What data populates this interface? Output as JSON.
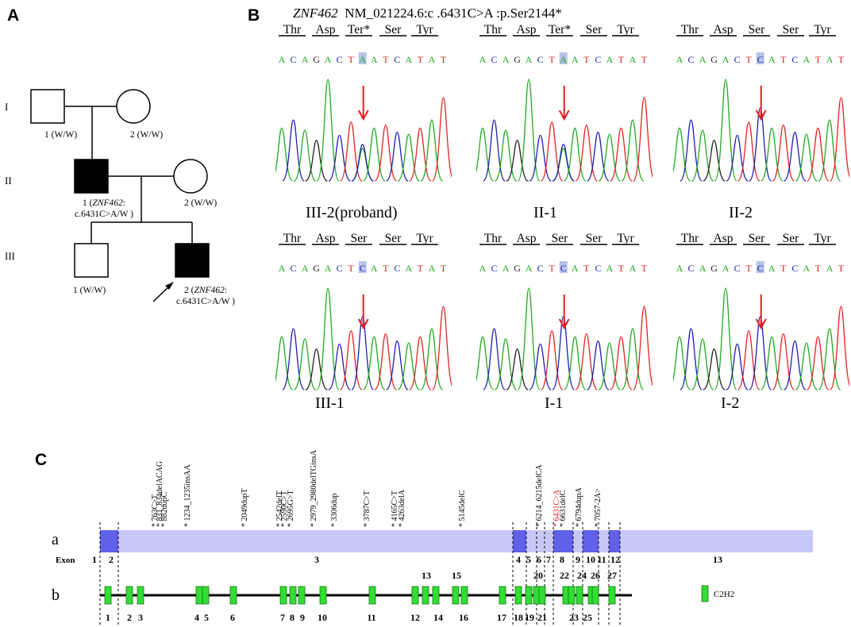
{
  "panels": {
    "a": "A",
    "b": "B",
    "c": "C"
  },
  "pedigree": {
    "generations": [
      "I",
      "II",
      "III"
    ],
    "I_1": "1 (W/W)",
    "I_2": "2 (W/W)",
    "II_1_line1_num": "1 (",
    "II_1_gene": "ZNF462",
    "II_1_line1_end": ":",
    "II_1_line2": "c.6431C>A/W )",
    "II_2": "2 (W/W)",
    "III_1": "1 (W/W)",
    "III_2_line1_num": "2 (",
    "III_2_gene": "ZNF462",
    "III_2_line1_end": ":",
    "III_2_line2": "c.6431C>A/W )"
  },
  "panel_b": {
    "gene": "ZNF462",
    "variant": "NM_021224.6:c .6431C>A :p.Ser2144*",
    "traces": [
      {
        "sample": "III-2(proband)",
        "aa": [
          "Thr",
          "Asp",
          "Ter*",
          "Ser",
          "Tyr"
        ],
        "seq": "ACAGACTAATCATAT",
        "variant_base": "A"
      },
      {
        "sample": "II-1",
        "aa": [
          "Thr",
          "Asp",
          "Ter*",
          "Ser",
          "Tyr"
        ],
        "seq": "ACAGACTAATCATAT",
        "variant_base": "A"
      },
      {
        "sample": "II-2",
        "aa": [
          "Thr",
          "Asp",
          "Ser",
          "Ser",
          "Tyr"
        ],
        "seq": "ACAGACTCATCATAT",
        "variant_base": "C"
      },
      {
        "sample": "III-1",
        "aa": [
          "Thr",
          "Asp",
          "Ser",
          "Ser",
          "Tyr"
        ],
        "seq": "ACAGACTCATCATAT",
        "variant_base": "C"
      },
      {
        "sample": "I-1",
        "aa": [
          "Thr",
          "Asp",
          "Ser",
          "Ser",
          "Tyr"
        ],
        "seq": "ACAGACTCATCATAT",
        "variant_base": "C"
      },
      {
        "sample": "I-2",
        "aa": [
          "Thr",
          "Asp",
          "Ser",
          "Ser",
          "Tyr"
        ],
        "seq": "ACAGACTCATCATAT",
        "variant_base": "C"
      }
    ],
    "base_colors": {
      "A": "#1faa1f",
      "C": "#1e1eb4",
      "G": "#222222",
      "T": "#e52222"
    }
  },
  "panel_c": {
    "row_a": "a",
    "row_b": "b",
    "exon_label": "Exon",
    "exon_numbers": [
      "1",
      "2",
      "3",
      "4",
      "5",
      "6",
      "7",
      "8",
      "9",
      "10",
      "11",
      "12",
      "13"
    ],
    "variants": [
      "763C>T",
      "831_834delACAG",
      "882dupC",
      "1234_1235insAA",
      "2049dupT",
      "2542delT",
      "2590C>T",
      "2695G>T",
      "2979_2980delTGinsA",
      "3306dup",
      "3787C>T",
      "4165C>T",
      "4263delA",
      "5145delC",
      "6214_6215delCA",
      "6431C>A",
      "6631delC",
      "6794dupA",
      "7057-2A>"
    ],
    "highlight_variant": "6431C>A",
    "zinc_fingers_top": [
      "13",
      "15",
      "20",
      "22",
      "24",
      "26",
      "27"
    ],
    "zinc_fingers_bottom": [
      "1",
      "2",
      "3",
      "4",
      "5",
      "6",
      "7",
      "8",
      "9",
      "10",
      "11",
      "12",
      "14",
      "16",
      "17",
      "18",
      "19",
      "21",
      "23",
      "25"
    ],
    "legend": "C2H2",
    "colors": {
      "exon_light": "#c8c8f8",
      "exon_dark": "#6060e8",
      "zinc_finger": "#33dd33",
      "variant_highlight": "#dd2222"
    }
  }
}
